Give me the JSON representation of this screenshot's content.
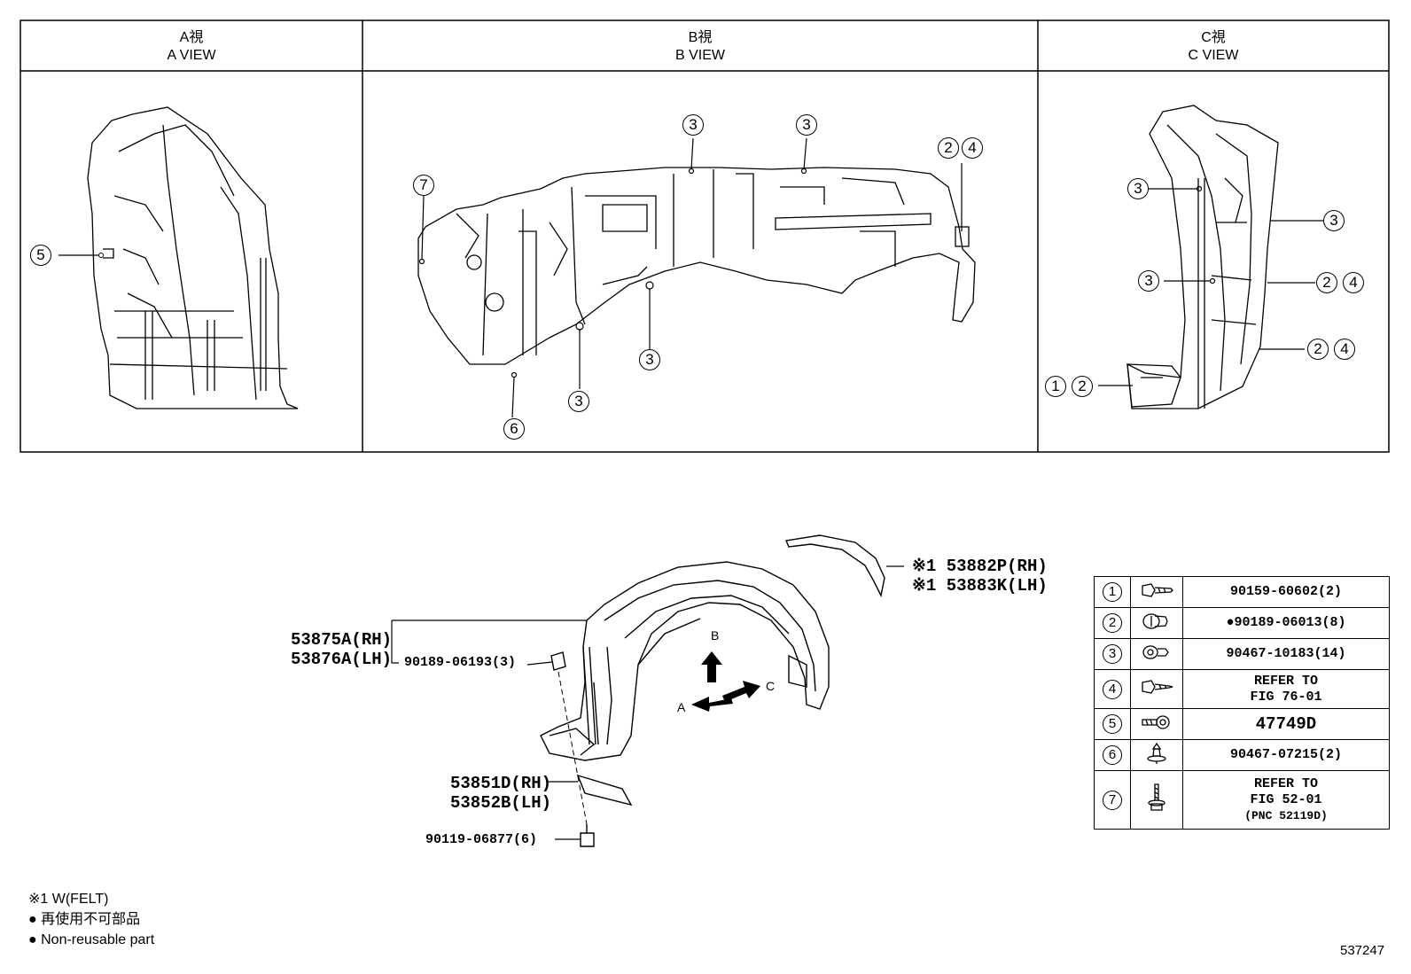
{
  "views": [
    {
      "jp": "A視",
      "en": "A VIEW"
    },
    {
      "jp": "B視",
      "en": "B VIEW"
    },
    {
      "jp": "C視",
      "en": "C VIEW"
    }
  ],
  "callouts": {
    "a_view": [
      "5"
    ],
    "b_view": [
      "7",
      "3",
      "3",
      "2",
      "4",
      "3",
      "3",
      "6"
    ],
    "c_view": [
      "3",
      "3",
      "3",
      "2",
      "4",
      "2",
      "4",
      "1",
      "2"
    ]
  },
  "parts": {
    "felt_rh": "※1 53882P(RH)",
    "felt_lh": "※1 53883K(LH)",
    "liner_rh": "53875A(RH)",
    "liner_lh": "53876A(LH)",
    "clip": "90189-06193(3)",
    "seal_rh": "53851D(RH)",
    "seal_lh": "53852B(LH)",
    "bolt": "90119-06877(6)"
  },
  "arrows": {
    "a": "A",
    "b": "B",
    "c": "C"
  },
  "legend": [
    {
      "num": "1",
      "icon": "bolt-flange-icon",
      "lines": [
        "90159-60602(2)"
      ]
    },
    {
      "num": "2",
      "icon": "clip-icon",
      "lines": [
        "●90189-06013(8)"
      ]
    },
    {
      "num": "3",
      "icon": "push-clip-icon",
      "lines": [
        "90467-10183(14)"
      ]
    },
    {
      "num": "4",
      "icon": "screw-icon",
      "lines": [
        "REFER TO",
        "FIG 76-01"
      ]
    },
    {
      "num": "5",
      "icon": "screw-grommet-icon",
      "lines": [
        "47749D"
      ]
    },
    {
      "num": "6",
      "icon": "rivet-clip-icon",
      "lines": [
        "90467-07215(2)"
      ]
    },
    {
      "num": "7",
      "icon": "bolt-washer-icon",
      "lines": [
        "REFER TO",
        "FIG 52-01",
        "(PNC 52119D)"
      ]
    }
  ],
  "notes": {
    "felt": "※1 W(FELT)",
    "nonreusable_jp": "● 再使用不可部品",
    "nonreusable_en": "● Non-reusable part"
  },
  "figure_id": "537247"
}
